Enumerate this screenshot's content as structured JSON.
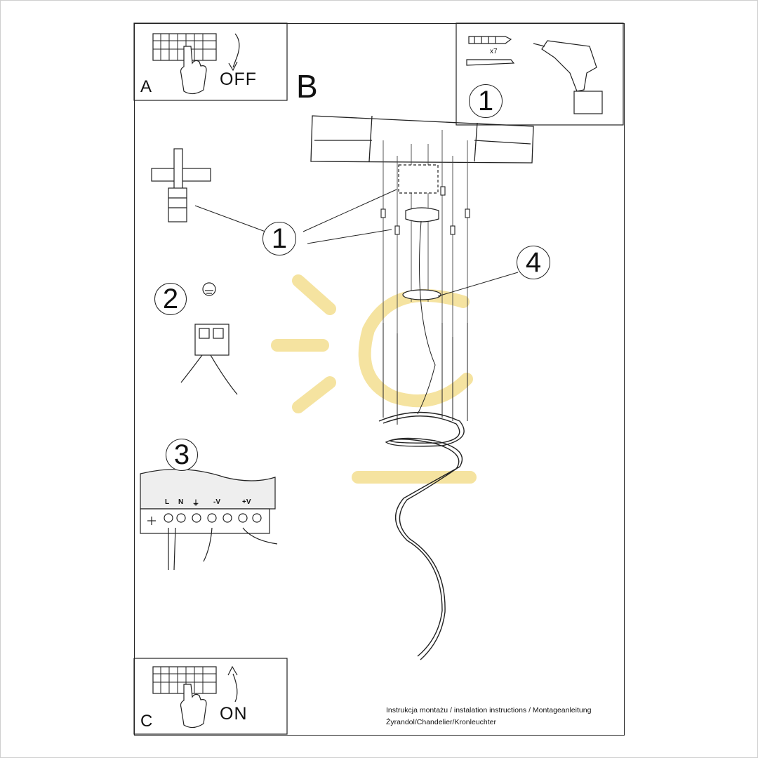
{
  "panels": {
    "a": {
      "letter": "A",
      "state": "OFF"
    },
    "b": {
      "letter": "B"
    },
    "c": {
      "letter": "C",
      "state": "ON"
    }
  },
  "steps": {
    "step1_tools": "1",
    "step1_dowel": "1",
    "step2": "2",
    "step3": "3",
    "step4": "4"
  },
  "tools": {
    "quantity": "x7",
    "icons": [
      "wall-plug-icon",
      "screw-icon",
      "drill-icon"
    ]
  },
  "terminal_block": {
    "labels": [
      "L",
      "N",
      "⏚",
      "-V",
      "+V"
    ]
  },
  "caption": {
    "line1": "Instrukcja montażu / instalation instructions / Montageanleitung",
    "line2": "Żyrandol/Chandelier/Kronleuchter"
  },
  "colors": {
    "line": "#222222",
    "watermark": "#f5e3a0"
  }
}
